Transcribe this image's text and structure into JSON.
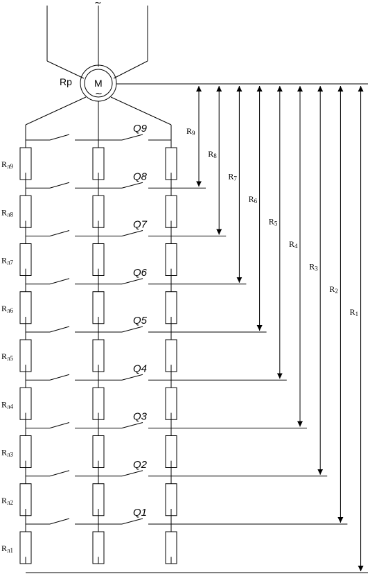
{
  "supply_symbol": "~",
  "rotor_label": "Rp",
  "motor": {
    "label": "M",
    "symbol": "~"
  },
  "switches": [
    "Q9",
    "Q8",
    "Q7",
    "Q6",
    "Q5",
    "Q4",
    "Q3",
    "Q2",
    "Q1"
  ],
  "resistor_labels": [
    {
      "main": "R",
      "sub": "л9"
    },
    {
      "main": "R",
      "sub": "л8"
    },
    {
      "main": "R",
      "sub": "л7"
    },
    {
      "main": "R",
      "sub": "л6"
    },
    {
      "main": "R",
      "sub": "л5"
    },
    {
      "main": "R",
      "sub": "л4"
    },
    {
      "main": "R",
      "sub": "л3"
    },
    {
      "main": "R",
      "sub": "л2"
    },
    {
      "main": "R",
      "sub": "л1"
    }
  ],
  "resistance_labels": [
    {
      "main": "R",
      "sub": "9"
    },
    {
      "main": "R",
      "sub": "8"
    },
    {
      "main": "R",
      "sub": "7"
    },
    {
      "main": "R",
      "sub": "6"
    },
    {
      "main": "R",
      "sub": "5"
    },
    {
      "main": "R",
      "sub": "4"
    },
    {
      "main": "R",
      "sub": "3"
    },
    {
      "main": "R",
      "sub": "2"
    },
    {
      "main": "R",
      "sub": "1"
    }
  ]
}
